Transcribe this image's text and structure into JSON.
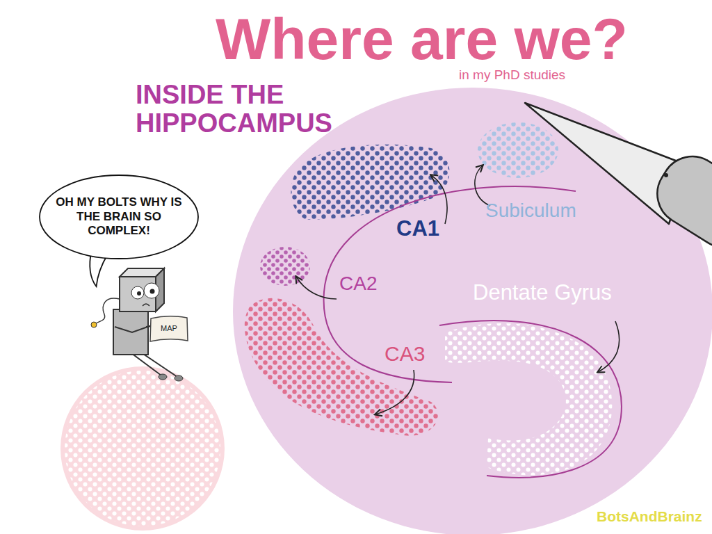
{
  "diagram": {
    "title": "Where are we?",
    "nodes": [
      {
        "text": [
          "OH MY BOLTS WHY IS THE BRAIN SO COMPLEX!"
        ]
      },
      {
        "text": [
          "MAP"
        ]
      }
    ],
    "labels": [
      "in my PhD studies",
      "INSIDE THE HIPPOCAMPUS",
      "Subiculum",
      "CA1",
      "CA2",
      "Dentate Gyrus",
      "CA3",
      "BotsAndBrainz"
    ]
  }
}
